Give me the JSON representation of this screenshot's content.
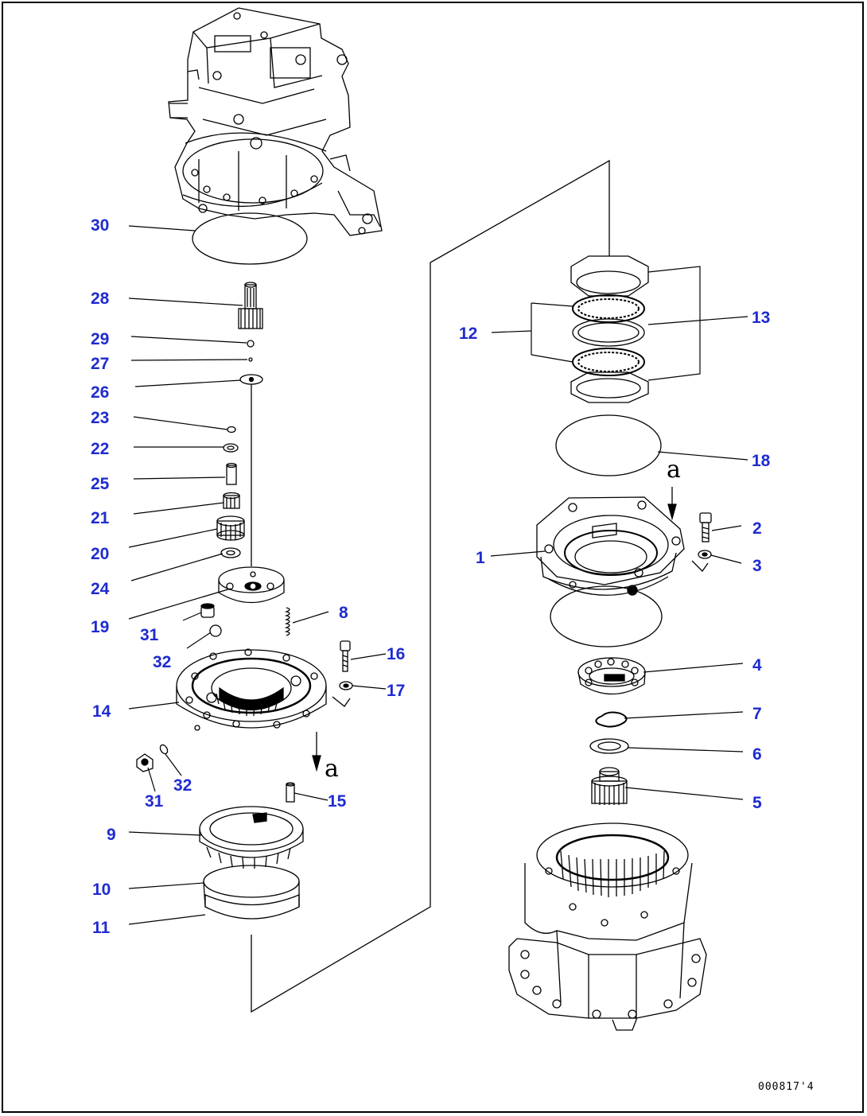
{
  "labels": {
    "p30": "30",
    "p28": "28",
    "p29": "29",
    "p27": "27",
    "p26": "26",
    "p23": "23",
    "p22": "22",
    "p25": "25",
    "p21": "21",
    "p20": "20",
    "p24": "24",
    "p19": "19",
    "p31a": "31",
    "p32a": "32",
    "p8": "8",
    "p16": "16",
    "p17": "17",
    "p14": "14",
    "p32b": "32",
    "p31b": "31",
    "p15": "15",
    "p9": "9",
    "p10": "10",
    "p11": "11",
    "p12": "12",
    "p13": "13",
    "p18": "18",
    "p2": "2",
    "p1": "1",
    "p3": "3",
    "p4": "4",
    "p7": "7",
    "p6": "6",
    "p5": "5"
  },
  "arrow_marks": {
    "upper": "a",
    "lower": "a"
  },
  "drawing_code": "000817'4",
  "colors": {
    "label": "#1f2bd0",
    "line": "#000000"
  }
}
